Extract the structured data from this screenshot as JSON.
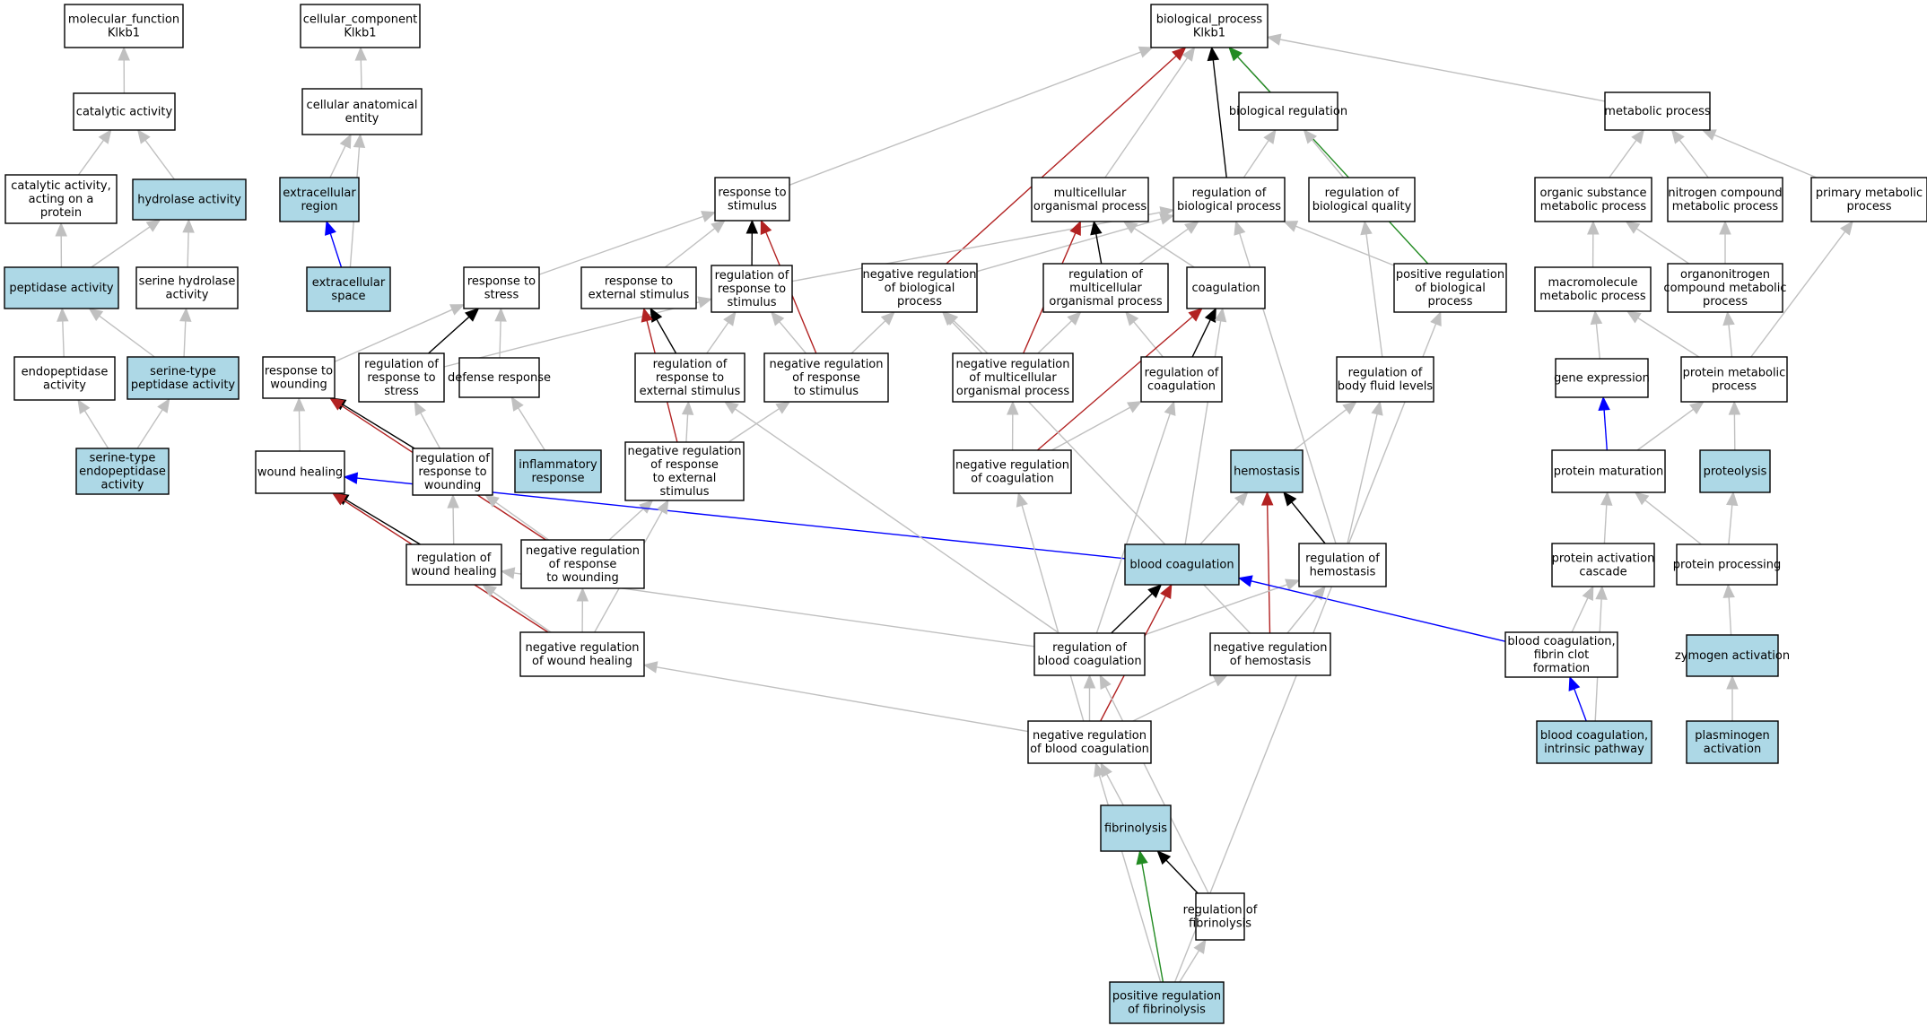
{
  "colors": {
    "hi_fill": "#add8e6",
    "plain_fill": "#ffffff",
    "is_a": "#c0c0c0",
    "part_of": "#0000ff",
    "regulates": "#000000",
    "negatively_regulates": "#b22222",
    "positively_regulates": "#228b22"
  },
  "nodes": [
    {
      "id": "mf",
      "lines": [
        "molecular_function",
        "Klkb1"
      ],
      "hi": false
    },
    {
      "id": "cc",
      "lines": [
        "cellular_component",
        "Klkb1"
      ],
      "hi": false
    },
    {
      "id": "bp",
      "lines": [
        "biological_process",
        "Klkb1"
      ],
      "hi": false
    },
    {
      "id": "cat",
      "lines": [
        "catalytic activity"
      ],
      "hi": false
    },
    {
      "id": "cae",
      "lines": [
        "cellular anatomical",
        "entity"
      ],
      "hi": false
    },
    {
      "id": "catprot",
      "lines": [
        "catalytic activity,",
        "acting on a",
        "protein"
      ],
      "hi": false
    },
    {
      "id": "hyd",
      "lines": [
        "hydrolase activity"
      ],
      "hi": true
    },
    {
      "id": "exr",
      "lines": [
        "extracellular",
        "region"
      ],
      "hi": true
    },
    {
      "id": "pep",
      "lines": [
        "peptidase activity"
      ],
      "hi": true
    },
    {
      "id": "serhyd",
      "lines": [
        "serine hydrolase",
        "activity"
      ],
      "hi": false
    },
    {
      "id": "exs",
      "lines": [
        "extracellular",
        "space"
      ],
      "hi": true
    },
    {
      "id": "endo",
      "lines": [
        "endopeptidase",
        "activity"
      ],
      "hi": false
    },
    {
      "id": "serpep",
      "lines": [
        "serine-type",
        "peptidase activity"
      ],
      "hi": true
    },
    {
      "id": "serendo",
      "lines": [
        "serine-type",
        "endopeptidase",
        "activity"
      ],
      "hi": true
    },
    {
      "id": "resp",
      "lines": [
        "response to",
        "stimulus"
      ],
      "hi": false
    },
    {
      "id": "multi",
      "lines": [
        "multicellular",
        "organismal process"
      ],
      "hi": false
    },
    {
      "id": "bioreg",
      "lines": [
        "biological regulation"
      ],
      "hi": false
    },
    {
      "id": "regbio",
      "lines": [
        "regulation of",
        "biological process"
      ],
      "hi": false
    },
    {
      "id": "regqual",
      "lines": [
        "regulation of",
        "biological quality"
      ],
      "hi": false
    },
    {
      "id": "met",
      "lines": [
        "metabolic process"
      ],
      "hi": false
    },
    {
      "id": "orgsub",
      "lines": [
        "organic substance",
        "metabolic process"
      ],
      "hi": false
    },
    {
      "id": "nitro",
      "lines": [
        "nitrogen compound",
        "metabolic process"
      ],
      "hi": false
    },
    {
      "id": "primet",
      "lines": [
        "primary metabolic",
        "process"
      ],
      "hi": false
    },
    {
      "id": "stress",
      "lines": [
        "response to",
        "stress"
      ],
      "hi": false
    },
    {
      "id": "extstim",
      "lines": [
        "response to",
        "external stimulus"
      ],
      "hi": false
    },
    {
      "id": "regresp",
      "lines": [
        "regulation of",
        "response to",
        "stimulus"
      ],
      "hi": false
    },
    {
      "id": "negbio",
      "lines": [
        "negative regulation",
        "of biological",
        "process"
      ],
      "hi": false
    },
    {
      "id": "regmulti",
      "lines": [
        "regulation of",
        "multicellular",
        "organismal process"
      ],
      "hi": false
    },
    {
      "id": "coag",
      "lines": [
        "coagulation"
      ],
      "hi": false
    },
    {
      "id": "posbio",
      "lines": [
        "positive regulation",
        "of biological",
        "process"
      ],
      "hi": false
    },
    {
      "id": "macro",
      "lines": [
        "macromolecule",
        "metabolic process"
      ],
      "hi": false
    },
    {
      "id": "orgnit",
      "lines": [
        "organonitrogen",
        "compound metabolic",
        "process"
      ],
      "hi": false
    },
    {
      "id": "wound",
      "lines": [
        "response to",
        "wounding"
      ],
      "hi": false
    },
    {
      "id": "regstress",
      "lines": [
        "regulation of",
        "response to",
        "stress"
      ],
      "hi": false
    },
    {
      "id": "def",
      "lines": [
        "defense response"
      ],
      "hi": false
    },
    {
      "id": "regext",
      "lines": [
        "regulation of",
        "response to",
        "external stimulus"
      ],
      "hi": false
    },
    {
      "id": "negresp",
      "lines": [
        "negative regulation",
        "of response",
        "to stimulus"
      ],
      "hi": false
    },
    {
      "id": "negmulti",
      "lines": [
        "negative regulation",
        "of multicellular",
        "organismal process"
      ],
      "hi": false
    },
    {
      "id": "regcoag",
      "lines": [
        "regulation of",
        "coagulation"
      ],
      "hi": false
    },
    {
      "id": "regfluid",
      "lines": [
        "regulation of",
        "body fluid levels"
      ],
      "hi": false
    },
    {
      "id": "gene",
      "lines": [
        "gene expression"
      ],
      "hi": false
    },
    {
      "id": "protmet",
      "lines": [
        "protein metabolic",
        "process"
      ],
      "hi": false
    },
    {
      "id": "heal",
      "lines": [
        "wound healing"
      ],
      "hi": false
    },
    {
      "id": "regwound",
      "lines": [
        "regulation of",
        "response to",
        "wounding"
      ],
      "hi": false
    },
    {
      "id": "infl",
      "lines": [
        "inflammatory",
        "response"
      ],
      "hi": true
    },
    {
      "id": "negext",
      "lines": [
        "negative regulation",
        "of response",
        "to external",
        "stimulus"
      ],
      "hi": false
    },
    {
      "id": "negcoag",
      "lines": [
        "negative regulation",
        "of coagulation"
      ],
      "hi": false
    },
    {
      "id": "hemo",
      "lines": [
        "hemostasis"
      ],
      "hi": true
    },
    {
      "id": "protmat",
      "lines": [
        "protein maturation"
      ],
      "hi": false
    },
    {
      "id": "proteo",
      "lines": [
        "proteolysis"
      ],
      "hi": true
    },
    {
      "id": "regheal",
      "lines": [
        "regulation of",
        "wound healing"
      ],
      "hi": false
    },
    {
      "id": "negwound",
      "lines": [
        "negative regulation",
        "of response",
        "to wounding"
      ],
      "hi": false
    },
    {
      "id": "bcoag",
      "lines": [
        "blood coagulation"
      ],
      "hi": true
    },
    {
      "id": "reghemo",
      "lines": [
        "regulation of",
        "hemostasis"
      ],
      "hi": false
    },
    {
      "id": "cascade",
      "lines": [
        "protein activation",
        "cascade"
      ],
      "hi": false
    },
    {
      "id": "protproc",
      "lines": [
        "protein processing"
      ],
      "hi": false
    },
    {
      "id": "negheal",
      "lines": [
        "negative regulation",
        "of wound healing"
      ],
      "hi": false
    },
    {
      "id": "regbcoag",
      "lines": [
        "regulation of",
        "blood coagulation"
      ],
      "hi": false
    },
    {
      "id": "neghemo",
      "lines": [
        "negative regulation",
        "of hemostasis"
      ],
      "hi": false
    },
    {
      "id": "fibclot",
      "lines": [
        "blood coagulation,",
        "fibrin clot",
        "formation"
      ],
      "hi": false
    },
    {
      "id": "zym",
      "lines": [
        "zymogen activation"
      ],
      "hi": true
    },
    {
      "id": "negbcoag",
      "lines": [
        "negative regulation",
        "of blood coagulation"
      ],
      "hi": false
    },
    {
      "id": "intr",
      "lines": [
        "blood coagulation,",
        "intrinsic pathway"
      ],
      "hi": true
    },
    {
      "id": "plasm",
      "lines": [
        "plasminogen",
        "activation"
      ],
      "hi": true
    },
    {
      "id": "fib",
      "lines": [
        "fibrinolysis"
      ],
      "hi": true
    },
    {
      "id": "regfib",
      "lines": [
        "regulation of",
        "fibrinolysis"
      ],
      "hi": false
    },
    {
      "id": "posfib",
      "lines": [
        "positive regulation",
        "of fibrinolysis"
      ],
      "hi": true
    }
  ],
  "edges": [
    {
      "from": "cat",
      "to": "mf",
      "type": "is_a"
    },
    {
      "from": "catprot",
      "to": "cat",
      "type": "is_a"
    },
    {
      "from": "hyd",
      "to": "cat",
      "type": "is_a"
    },
    {
      "from": "pep",
      "to": "catprot",
      "type": "is_a"
    },
    {
      "from": "pep",
      "to": "hyd",
      "type": "is_a"
    },
    {
      "from": "serhyd",
      "to": "hyd",
      "type": "is_a"
    },
    {
      "from": "endo",
      "to": "pep",
      "type": "is_a"
    },
    {
      "from": "serpep",
      "to": "pep",
      "type": "is_a"
    },
    {
      "from": "serpep",
      "to": "serhyd",
      "type": "is_a"
    },
    {
      "from": "serendo",
      "to": "endo",
      "type": "is_a"
    },
    {
      "from": "serendo",
      "to": "serpep",
      "type": "is_a"
    },
    {
      "from": "cae",
      "to": "cc",
      "type": "is_a"
    },
    {
      "from": "exr",
      "to": "cae",
      "type": "is_a"
    },
    {
      "from": "exs",
      "to": "cae",
      "type": "is_a"
    },
    {
      "from": "exs",
      "to": "exr",
      "type": "part_of"
    },
    {
      "from": "resp",
      "to": "bp",
      "type": "is_a"
    },
    {
      "from": "multi",
      "to": "bp",
      "type": "is_a"
    },
    {
      "from": "bioreg",
      "to": "bp",
      "type": "is_a"
    },
    {
      "from": "met",
      "to": "bp",
      "type": "is_a"
    },
    {
      "from": "regbio",
      "to": "bp",
      "type": "regulates"
    },
    {
      "from": "negbio",
      "to": "bp",
      "type": "negatively_regulates"
    },
    {
      "from": "posbio",
      "to": "bp",
      "type": "positively_regulates"
    },
    {
      "from": "regbio",
      "to": "bioreg",
      "type": "is_a"
    },
    {
      "from": "regqual",
      "to": "bioreg",
      "type": "is_a"
    },
    {
      "from": "orgsub",
      "to": "met",
      "type": "is_a"
    },
    {
      "from": "nitro",
      "to": "met",
      "type": "is_a"
    },
    {
      "from": "primet",
      "to": "met",
      "type": "is_a"
    },
    {
      "from": "macro",
      "to": "orgsub",
      "type": "is_a"
    },
    {
      "from": "orgnit",
      "to": "orgsub",
      "type": "is_a"
    },
    {
      "from": "orgnit",
      "to": "nitro",
      "type": "is_a"
    },
    {
      "from": "stress",
      "to": "resp",
      "type": "is_a"
    },
    {
      "from": "extstim",
      "to": "resp",
      "type": "is_a"
    },
    {
      "from": "regresp",
      "to": "resp",
      "type": "regulates"
    },
    {
      "from": "negresp",
      "to": "resp",
      "type": "negatively_regulates"
    },
    {
      "from": "regresp",
      "to": "regbio",
      "type": "is_a"
    },
    {
      "from": "negbio",
      "to": "regbio",
      "type": "is_a"
    },
    {
      "from": "regmulti",
      "to": "regbio",
      "type": "is_a"
    },
    {
      "from": "posbio",
      "to": "regbio",
      "type": "is_a"
    },
    {
      "from": "regmulti",
      "to": "multi",
      "type": "regulates"
    },
    {
      "from": "negmulti",
      "to": "multi",
      "type": "negatively_regulates"
    },
    {
      "from": "coag",
      "to": "multi",
      "type": "is_a"
    },
    {
      "from": "regfluid",
      "to": "regqual",
      "type": "is_a"
    },
    {
      "from": "gene",
      "to": "macro",
      "type": "is_a"
    },
    {
      "from": "protmet",
      "to": "macro",
      "type": "is_a"
    },
    {
      "from": "protmet",
      "to": "orgnit",
      "type": "is_a"
    },
    {
      "from": "protmet",
      "to": "primet",
      "type": "is_a"
    },
    {
      "from": "wound",
      "to": "stress",
      "type": "is_a"
    },
    {
      "from": "regstress",
      "to": "stress",
      "type": "regulates"
    },
    {
      "from": "def",
      "to": "stress",
      "type": "is_a"
    },
    {
      "from": "regstress",
      "to": "regresp",
      "type": "is_a"
    },
    {
      "from": "regext",
      "to": "extstim",
      "type": "regulates"
    },
    {
      "from": "negext",
      "to": "extstim",
      "type": "negatively_regulates"
    },
    {
      "from": "regext",
      "to": "regresp",
      "type": "is_a"
    },
    {
      "from": "negresp",
      "to": "regresp",
      "type": "is_a"
    },
    {
      "from": "negresp",
      "to": "negbio",
      "type": "is_a"
    },
    {
      "from": "negmulti",
      "to": "negbio",
      "type": "is_a"
    },
    {
      "from": "negmulti",
      "to": "regmulti",
      "type": "is_a"
    },
    {
      "from": "regcoag",
      "to": "regmulti",
      "type": "is_a"
    },
    {
      "from": "regcoag",
      "to": "coag",
      "type": "regulates"
    },
    {
      "from": "negcoag",
      "to": "coag",
      "type": "negatively_regulates"
    },
    {
      "from": "infl",
      "to": "def",
      "type": "is_a"
    },
    {
      "from": "heal",
      "to": "wound",
      "type": "is_a"
    },
    {
      "from": "regwound",
      "to": "wound",
      "type": "regulates"
    },
    {
      "from": "negwound",
      "to": "wound",
      "type": "negatively_regulates"
    },
    {
      "from": "regwound",
      "to": "regstress",
      "type": "is_a"
    },
    {
      "from": "negext",
      "to": "regext",
      "type": "is_a"
    },
    {
      "from": "negext",
      "to": "negresp",
      "type": "is_a"
    },
    {
      "from": "negcoag",
      "to": "negmulti",
      "type": "is_a"
    },
    {
      "from": "negcoag",
      "to": "regcoag",
      "type": "is_a"
    },
    {
      "from": "hemo",
      "to": "regfluid",
      "type": "is_a"
    },
    {
      "from": "protmat",
      "to": "protmet",
      "type": "is_a"
    },
    {
      "from": "protmat",
      "to": "gene",
      "type": "part_of"
    },
    {
      "from": "proteo",
      "to": "protmet",
      "type": "is_a"
    },
    {
      "from": "regheal",
      "to": "heal",
      "type": "regulates"
    },
    {
      "from": "regheal",
      "to": "regwound",
      "type": "is_a"
    },
    {
      "from": "negwound",
      "to": "regwound",
      "type": "is_a"
    },
    {
      "from": "negwound",
      "to": "negext",
      "type": "is_a"
    },
    {
      "from": "bcoag",
      "to": "heal",
      "type": "part_of"
    },
    {
      "from": "bcoag",
      "to": "hemo",
      "type": "is_a"
    },
    {
      "from": "bcoag",
      "to": "coag",
      "type": "is_a"
    },
    {
      "from": "reghemo",
      "to": "hemo",
      "type": "regulates"
    },
    {
      "from": "neghemo",
      "to": "hemo",
      "type": "negatively_regulates"
    },
    {
      "from": "reghemo",
      "to": "regfluid",
      "type": "is_a"
    },
    {
      "from": "reghemo",
      "to": "regbio",
      "type": "is_a"
    },
    {
      "from": "cascade",
      "to": "protmat",
      "type": "is_a"
    },
    {
      "from": "protproc",
      "to": "protmat",
      "type": "is_a"
    },
    {
      "from": "protproc",
      "to": "proteo",
      "type": "is_a"
    },
    {
      "from": "negheal",
      "to": "heal",
      "type": "negatively_regulates"
    },
    {
      "from": "negheal",
      "to": "regheal",
      "type": "is_a"
    },
    {
      "from": "negheal",
      "to": "negwound",
      "type": "is_a"
    },
    {
      "from": "negheal",
      "to": "negext",
      "type": "is_a"
    },
    {
      "from": "regbcoag",
      "to": "bcoag",
      "type": "regulates"
    },
    {
      "from": "regbcoag",
      "to": "regcoag",
      "type": "is_a"
    },
    {
      "from": "regbcoag",
      "to": "reghemo",
      "type": "is_a"
    },
    {
      "from": "regbcoag",
      "to": "regheal",
      "type": "is_a"
    },
    {
      "from": "regbcoag",
      "to": "regext",
      "type": "is_a"
    },
    {
      "from": "neghemo",
      "to": "reghemo",
      "type": "is_a"
    },
    {
      "from": "neghemo",
      "to": "negbio",
      "type": "is_a"
    },
    {
      "from": "fibclot",
      "to": "bcoag",
      "type": "part_of"
    },
    {
      "from": "fibclot",
      "to": "cascade",
      "type": "is_a"
    },
    {
      "from": "zym",
      "to": "protproc",
      "type": "is_a"
    },
    {
      "from": "negbcoag",
      "to": "bcoag",
      "type": "negatively_regulates"
    },
    {
      "from": "negbcoag",
      "to": "regbcoag",
      "type": "is_a"
    },
    {
      "from": "negbcoag",
      "to": "neghemo",
      "type": "is_a"
    },
    {
      "from": "negbcoag",
      "to": "negcoag",
      "type": "is_a"
    },
    {
      "from": "negbcoag",
      "to": "negheal",
      "type": "is_a"
    },
    {
      "from": "intr",
      "to": "fibclot",
      "type": "part_of"
    },
    {
      "from": "intr",
      "to": "cascade",
      "type": "is_a"
    },
    {
      "from": "plasm",
      "to": "zym",
      "type": "is_a"
    },
    {
      "from": "fib",
      "to": "negbcoag",
      "type": "is_a"
    },
    {
      "from": "regfib",
      "to": "fib",
      "type": "regulates"
    },
    {
      "from": "regfib",
      "to": "regbcoag",
      "type": "is_a"
    },
    {
      "from": "posfib",
      "to": "fib",
      "type": "positively_regulates"
    },
    {
      "from": "posfib",
      "to": "regfib",
      "type": "is_a"
    },
    {
      "from": "posfib",
      "to": "negbcoag",
      "type": "is_a"
    },
    {
      "from": "posfib",
      "to": "posbio",
      "type": "is_a"
    }
  ]
}
